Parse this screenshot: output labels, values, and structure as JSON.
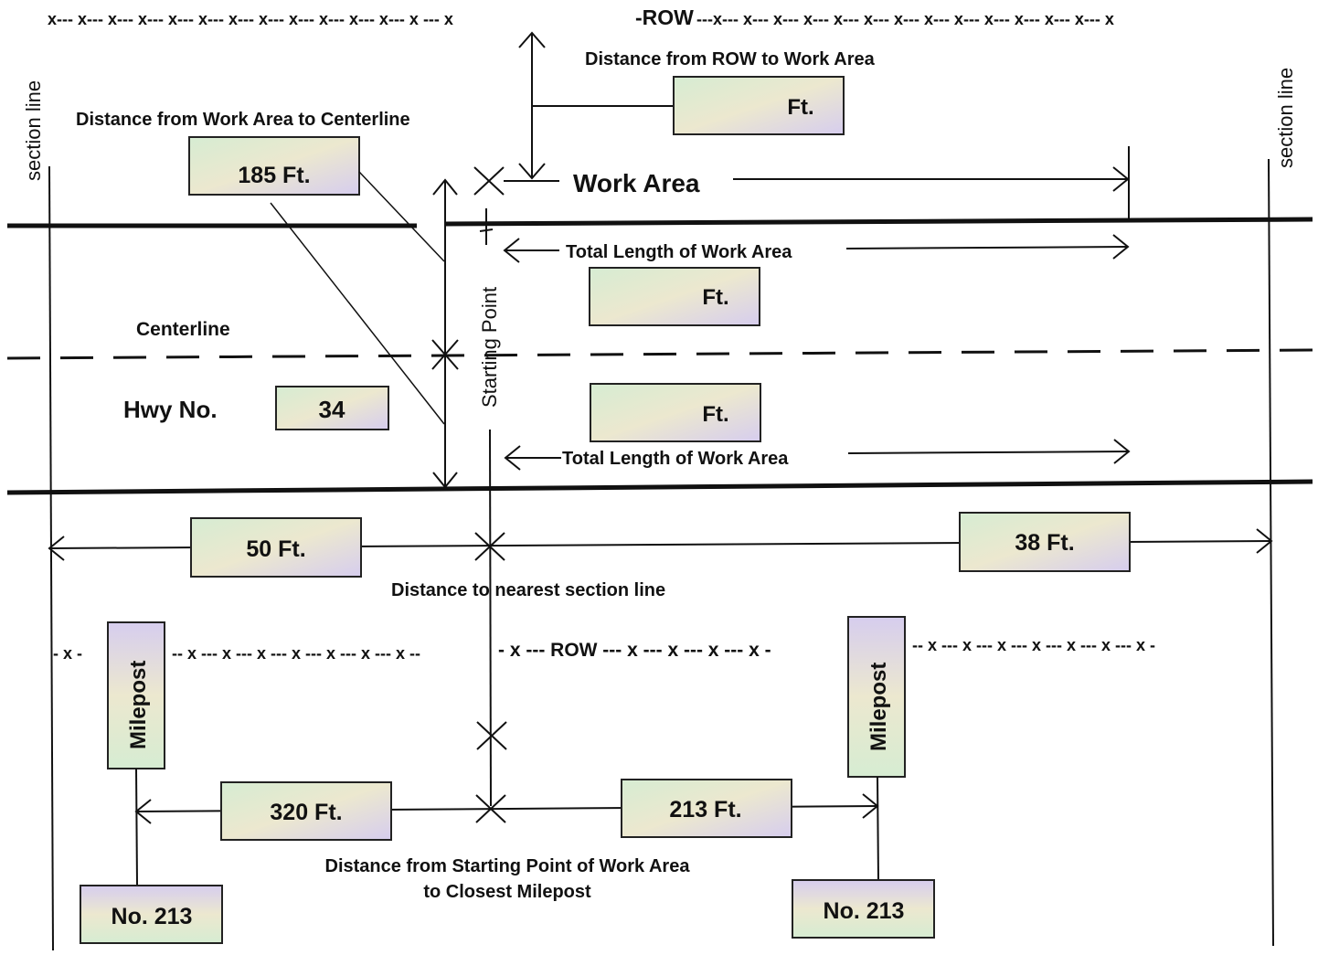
{
  "row_top": {
    "left_fence": "x--- x--- x--- x--- x--- x--- x--- x--- x--- x--- x--- x--- x --- x",
    "label": "-ROW",
    "right_fence": "---x--- x--- x--- x--- x--- x--- x--- x--- x--- x--- x--- x--- x--- x"
  },
  "section_line_label": "section line",
  "dist_row_to_work": {
    "label": "Distance from ROW to Work Area",
    "value": "Ft."
  },
  "dist_work_to_centerline": {
    "label": "Distance from Work Area to Centerline",
    "value": "185 Ft."
  },
  "work_area_label": "Work Area",
  "total_length_top": {
    "label": "Total Length of Work Area",
    "value": "Ft."
  },
  "total_length_bottom": {
    "label": "Total Length of Work Area",
    "value": "Ft."
  },
  "starting_point_label": "Starting Point",
  "centerline_label": "Centerline",
  "hwy": {
    "label": "Hwy No.",
    "value": "34"
  },
  "section_distances": {
    "left": "50 Ft.",
    "right": "38 Ft.",
    "label": "Distance to nearest section line"
  },
  "row_bottom": {
    "fence_a": "- x -",
    "fence_b": "-- x --- x --- x --- x --- x --- x --- x --",
    "label": "- x --- ROW --- x --- x --- x --- x -",
    "fence_c": "-- x --- x --- x --- x --- x --- x --- x -"
  },
  "milepost_label": "Milepost",
  "milepost_distances": {
    "left": "320 Ft.",
    "right": "213 Ft."
  },
  "milepost_caption_line1": "Distance from Starting Point of Work Area",
  "milepost_caption_line2": "to Closest Milepost",
  "milepost_numbers": {
    "left": "No. 213",
    "right": "No. 213"
  },
  "colors": {
    "box_grad_start": "#d6ecd2",
    "box_grad_mid": "#ece8cf",
    "box_grad_end": "#d6cdee"
  }
}
